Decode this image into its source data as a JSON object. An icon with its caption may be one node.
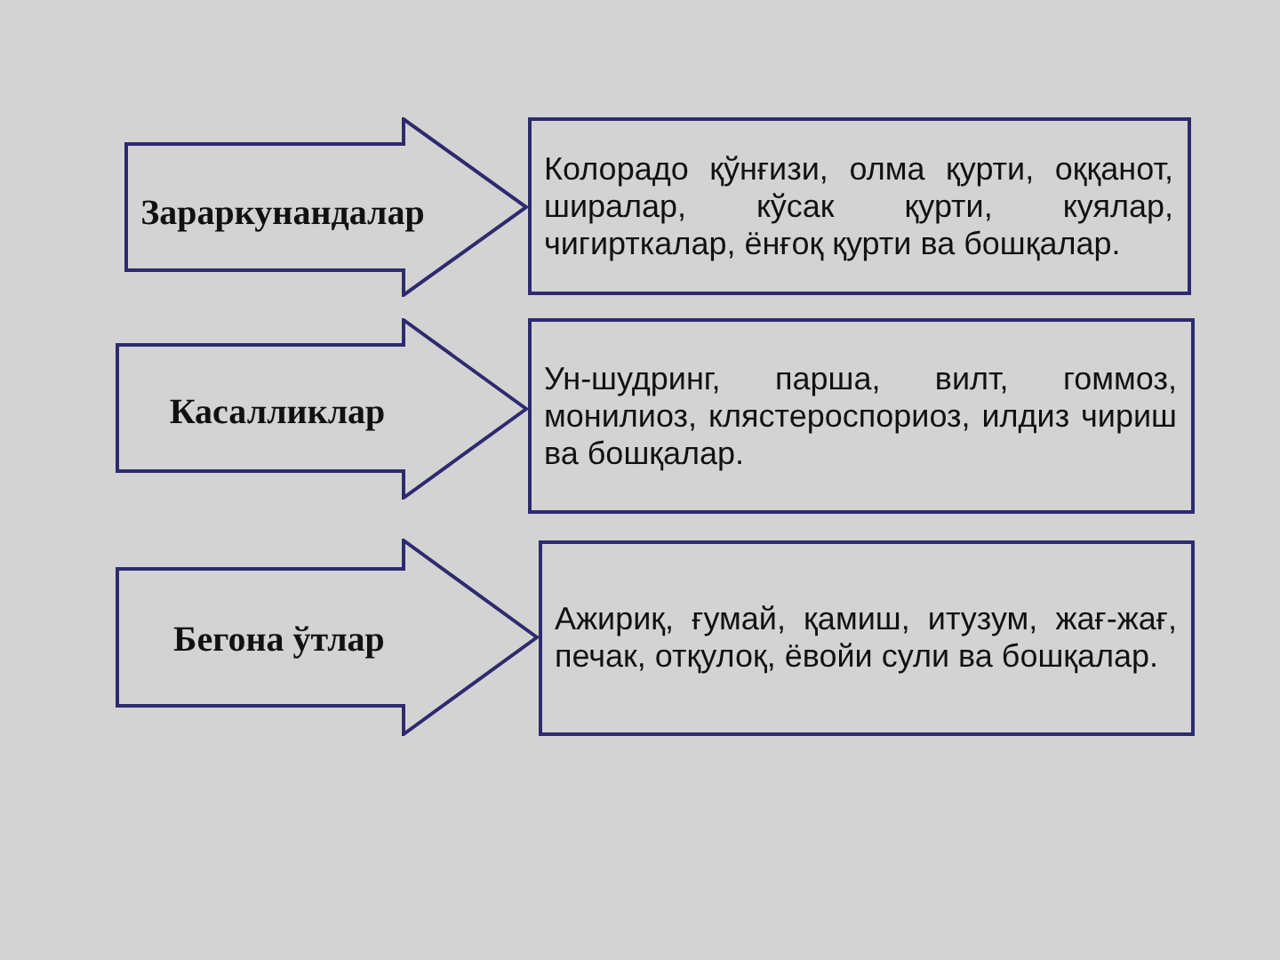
{
  "diagram": {
    "nodes": [
      {
        "text": [
          "Зараркунандалар"
        ]
      },
      {
        "text": [
          "Колорадо қўнғизи, олма қурти, оққанот, ширалар, кўсак қурти, куялар, чигирткалар, ёнғоқ қурти ва бошқалар."
        ]
      },
      {
        "text": [
          "Касалликлар"
        ]
      },
      {
        "text": [
          "Ун-шудринг, парша, вилт, гоммоз, монилиоз, клястероспориоз, илдиз чириш ва бошқалар."
        ]
      },
      {
        "text": [
          "Бегона ўтлар"
        ]
      },
      {
        "text": [
          "Ажириқ, ғумай, қамиш, итузум, жағ-жағ, печак, отқулоқ, ёвойи сули ва бошқалар."
        ]
      }
    ]
  }
}
